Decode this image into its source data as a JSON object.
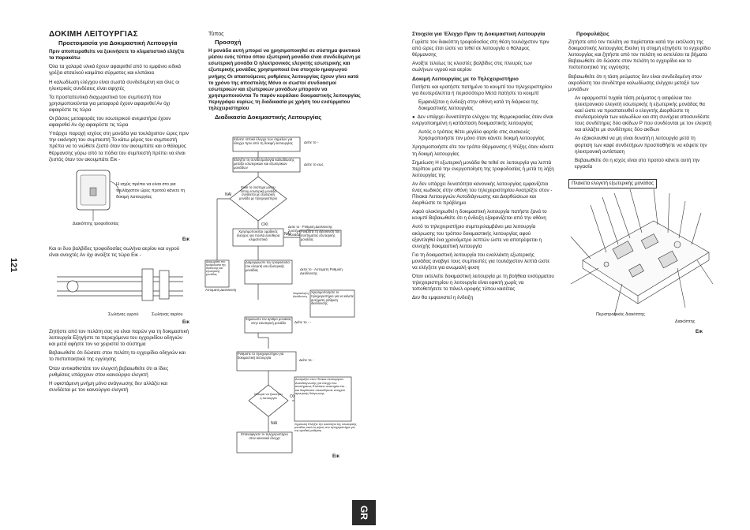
{
  "page_number": "121",
  "language_tab": "GR",
  "col1": {
    "title": "ΔΟΚΙΜΗ ΛΕΙΤΟΥΡΓΙΑΣ",
    "subtitle": "Προετοιμασία για Δοκιμαστική Λειτουργία",
    "intro_bold": "Πριν αποπειραθείτε να ξεκινήσετε το κλιματιστικό ελέγξτε τα παρακάτω",
    "para1": "Όλα τα χαλαρά υλικά έχουν αφαιρεθεί από το εμφάνιο ειδικά γρέζια ατσαλιού καιμάτια σύρματος και κλιπάκια",
    "para2": "Η καλωδίωση ελέγχου είναι σωστά συνδεδεμένη και όλες οι ηλεκτρικές συνδέσεις είναι σφιχτές",
    "para3": "Τα προστατευτικά διαχωριστικά του συμπιεστή που χρησιμοποιούνται για μεταφορά έχουν αφαιρεθεί Αν όχι αφαιρέστε τις τώρα",
    "para4": "Οι βάσεις μεταφοράς του εσωτερικού ανεμιστήρα έχουν αφαιρεθεί Αν όχι αφαιρέστε τις τώρα",
    "para5": "Υπάρχει παροχή ισχύος στη μονάδα για τουλάχιστον ώρες πριν την εκκίνηση του συμπιεστή Το κάτω μέρος του συμπιεστή πρέπει να το νιώθετε ζεστό όταν τον ακουμπάτε και ο θάλαμος θέρμανσης γύρω από τα πόδια του συμπιεστή πρέπει να είναι ζεστός όταν τον ακουμπάτε Εικ -",
    "fig1_note": "Η ισχύς πρέπει να είναι στο για τουλάχιστον ώρες προτού κάνετε τη δοκιμή λειτουργίας",
    "fig1_caption": "Διακόπτης τροφοδοσίας",
    "fig_ref_1": "Εικ",
    "para6": "Και οι δυο βαλβίδες τροφοδοσίας σωλήνα αερίου και υγρού είναι ανοιχτές Αν όχι ανοίξτε τις τώρα Εικ -",
    "fig2_label_liquid": "Σωλήνας υγρού",
    "fig2_label_gas": "Σωλήνας αερίου",
    "fig_ref_2": "Εικ",
    "para7": "Ζητήστε από τον πελάτη σας να είναι παρών για τη δοκιμαστική λειτουργία Εξηγήστε τα περιεχόμενα του εγχειριδίου οδηγιών και μετά αφήστε τον να χειριστεί το σύστημα",
    "para8": "Βεβαιωθείτε ότι δώσατε στον πελάτη το εγχειρίδιο οδηγιών και το πιστοποιητικό της εγγύησης",
    "para9": "Όταν αντικαθιστάτε τον ελεγκτή βεβαιωθείτε ότι οι ίδιες ρυθμίσεις υπάρχουν στον καινούργιο ελεγκτή",
    "para10": "Η υφιστάμενη μνήμη μόνο ανάγνωσης δεν αλλάζει και συνδέεται με τον καινούργιο ελεγκτή"
  },
  "col2": {
    "type_label": "Τύπος",
    "caution_title": "Προσοχή",
    "caution_text": "Η μονάδα αυτή μπορεί να χρησιμοποιηθεί σε σύστημα ψυκτικού μέσου ενός τύπου όπου εξωτερική μονάδα είναι συνδεδεμένη με εσωτερική μονάδα Ο ηλεκτρονικός ελεγκτής εσωτερικής και εξωτερικής μονάδας χρησιμοποιεί ένα στοιχείο ημιαγωγού μνήμης Οι απαιτούμενες ρυθμίσεις λειτουργίας έχουν γίνει κατά το χρόνο της αποστολής Μόνο οι σωστοί συνδυασμοί εσωτερικών και εξωτερικών μονάδων μπορούν να χρησιμοποιούνται Το παρόν κεφάλαιο δοκιμαστικής λειτουργίας περιγράφει κυρίως τη διαδικασία με χρήση του ενσύρματου τηλεχειριστηρίου",
    "flow_title": "Διαδικασία Δοκιμαστικής Λειτουργίας",
    "box1": "Κάνετε οπτικό έλεγχο των σημείων για έλεγχο πριν από τη δοκιμή λειτουργίας",
    "box2": "Ελέγξτε τη συνδεσμολογία καλωδίωσης μεταξύ εσωτερικών και εξωτερικών μονάδων",
    "decision1": "Είναι το σύστημα μονού τύπου εσωτερική μονάδα συνδέεται με εξωτερική μονάδα με τηλεχειριστήριο",
    "yes": "ΝΑΙ",
    "no": "ΟΧΙ",
    "side_note1": "Δείτε το -",
    "side_note2": "Δείτε το εως",
    "note_nai_left": "Διαχωρίστε την τροφοδοσία της συσκευής και εξωτερικής μονάδας",
    "box3": "Χρησιμοποιείται ομαδικός έλεγχος για πολλά ελεύθερα κλιματιστικά",
    "side_note3": "Δείτε το - Ρύθμιση Διεύθυνσης Συστήματος Εξωτερικής Μονάδας",
    "box4": "Ρυθμίστε τη διεύθυνση του συστήματος εξωτερικής μονάδας",
    "box5": "Διαμορφώστε την τροφοδοσία του ελεγκτή και εξωτερικής μονάδας",
    "auto_addr": "Αυτόματη Διεύθυνση",
    "auto_setting": "Δείτε το - Αυτόματη Ρύθμιση Διεύθυνσης",
    "box6": "Χρησιμοποιήστε το τηλεχειριστήριο για να κάνετε αυτόματη ρύθμιση διεύθυνσης",
    "manual_addr": "Χειροκίνητη Διεύθυνση",
    "box7": "Σημειώστε τον αριθμό μονάδας στην εσωτερική μονάδα",
    "side_note4": "Δείτε το - -",
    "box8": "Ρυθμίστε το τηλεχειριστήριο για δοκιμαστική λειτουργία",
    "side_note5": "Δείτε το -",
    "decision2": "Μπορεί να ξεκινήσει η λειτουργία",
    "box9": "Ανατρέξτε στον Πίνακα Λειτουργιών Αυτοδιάγνωσης για έλεγχο του συστήματος Επιλύστε αναπηρία στο - και διορθώστε οποιαδήποτε στοιχεία αρνητικής διάγνωσης",
    "box10": "Επαναφέρετε το τηλεχειριστήριο στον κανονικό έλεγχο",
    "end_note": "Σημείωση Ελέγξτε την ικανότητα της εσωτερικής μονάδας κατά το μήκος στο τηλεχειριστήριο για την ομαδική ρύθμιση",
    "fig_ref_3": "Εικ"
  },
  "col3": {
    "heading1": "Στοιχεία για Έλεγχο Πριν τη Δοκιμαστική Λειτουργία",
    "p1": "Γυρίστε τον διακόπτη τροφοδοσίας στη θέση τουλάχιστον πριν από ώρες έτσι ώστε να τεθεί σε λειτουργία ο θάλαμος θέρμανσης",
    "p2": "Ανοίξτε τελείως τις κλειστές βαλβίδες στις πλευρές των σωλήνων υγρού και αερίου",
    "heading2": "Δοκιμή Λειτουργίας με το Τηλεχειριστήριο",
    "p3": "Πατήστε και κρατήστε πατημένο το κουμπί του τηλεχειριστηρίου για δευτερόλεπτα ή περισσότερο Μετά πατήστε το κουμπί",
    "p4": "Εμφανίζεται η ένδειξη στην οθόνη κατά τη διάρκεια της δοκιμαστικής λειτουργίας",
    "p5": "Δεν υπάρχει δυνατότητα ελέγχου της θερμοκρασίας όταν είναι ενεργοποιημένη η κατάσταση δοκιμαστικής λειτουργίας",
    "p6": "Αυτός ο τρόπος θέτει μεγάλο φορτίο στις συσκευές Χρησιμοποιήστε τον μόνο όταν κάνετε δοκιμή λειτουργίας",
    "p7": "Χρησιμοποιήστε είτε τον τρόπο Θέρμανσης ή Ψύξης όταν κάνετε τη δοκιμή λειτουργίας",
    "p8": "Σημείωση Η εξωτερική μονάδα θα τεθεί σε λειτουργία για λεπτά περίπου μετά την ενεργοποίηση της τροφοδοσίας ή μετά τη λήξη λειτουργίας της",
    "p9": "Αν δεν υπάρχει δυνατότητα κανονικής λειτουργίας εμφανίζεται ένας κωδικός στην οθόνη του τηλεχειριστηρίου Ανατρέξτε στον - Πίνακα Λειτουργιών Αυτοδιάγνωσης και Διορθώσεων και διορθώστε το πρόβλημα",
    "p10": "Αφού ολοκληρωθεί η δοκιμαστική λειτουργία πατήστε ξανά το κουμπί Βεβαιωθείτε ότι η ένδειξη εξαφανίζεται από την οθόνη",
    "p11": "Αυτό το τηλεχειριστήριο συμπεριλαμβάνει μια λειτουργία ακύρωσης του τρόπου δοκιμαστικής λειτουργίας αφού εξαντληθεί ένα χρονόμετρο λεπτών ώστε να αποτρέψεται η συνεχής δοκιμαστική λειτουργία",
    "p12": "Για τη δοκιμαστική λειτουργία του εναλλάκτη εξωτερικής μονάδας αναβιγε τους συμπιεστές για τουλάχιστον λεπτά ώστε να ελέγξετε για ανωμαλή φυση",
    "p13": "Όταν εκτελείτε δοκιμαστική λειτουργία με τη βοήθεια ενσύρματου τηλεχειριστηρίου η λειτουργία είναι εφικτή χωρίς να τοποθετήσετε το πάνελ οροφής τύπου κασέτας",
    "p14": "Δεν θα εμφανιστεί η ένδειξη"
  },
  "col4": {
    "heading": "Προφυλάξεις",
    "p1": "Ζητήστε από τον πελάτη να παρίσταται κατά την εκτέλεση της δοκιμαστικής λειτουργίας Εκείνη τη στιγμή εξηγήστε το εγχειρίδιο λειτουργίας και ζητήστε από τον πελάτη να εκτελέσει τα βήματα Βεβαιωθείτε ότι δώσατε στον πελάτη το εγχειρίδιο και το πιστοποιητικό της εγγύησης",
    "p2": "Βεβαιωθείτε ότι η τάση ρεύματος δεν είναι συνδεδεμένη στον ακροδέκτη του συνδέτηρα καλωδίωσης ελέγχου μεταξύ των μονάδων",
    "p3": "Αν εφαρμοστεί τυχαία τάση ρεύματος η ασφάλεια του ηλεκτρονικού ελεγκτή εσωτερικής ή εξωτερικής μονάδας θα καεί ώστε να προστατευθεί ο ελεγκτής Διορθώστε τη συνδεσμολογία των καλωδίων και στη συνέχεια αποσυνδέστε τους συνδέτηρες δύο ακίδων Ρ που συνδέονται με τον ελεγκτή και αλλάξτε με συνδέτηρες δύο ακίδων",
    "p4": "Αν εξακολουθεί να μη είναι δυνατή η λειτουργία μετά τη φορτιση των καφέ συνδετήρων προσπαθήστε να κόψετε την ηλεκτρονική αντίσταση",
    "p5": "Βεβαιωθείτε ότι η ισχύς είναι στο προτού κάνετε αυτή την εργασία",
    "board_title": "Πλακέτα ελεγκτή εξωτερικής μονάδας",
    "label_left": "Περιστροφικός διακόπτης",
    "label_right": "Διακόπτης",
    "fig_ref_4": "Εικ"
  }
}
